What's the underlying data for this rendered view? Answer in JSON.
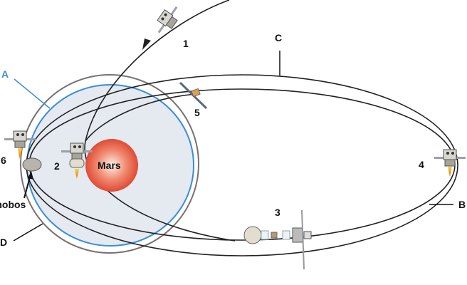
{
  "labels": {
    "A": "A",
    "B": "B",
    "C": "C",
    "D": "D",
    "mars": "Mars",
    "phobos": "Phobos"
  },
  "stages": [
    "1",
    "2",
    "3",
    "4",
    "5",
    "6"
  ],
  "colors": {
    "orbit_a": "#3a8ddb",
    "sphere_fill": "#e5eaf1",
    "orbit_d": "#7a7070",
    "mars_center": "#fbe9e2",
    "mars_edge": "#e0503a",
    "trajectory": "#222222",
    "flame": "#f28a1e"
  }
}
